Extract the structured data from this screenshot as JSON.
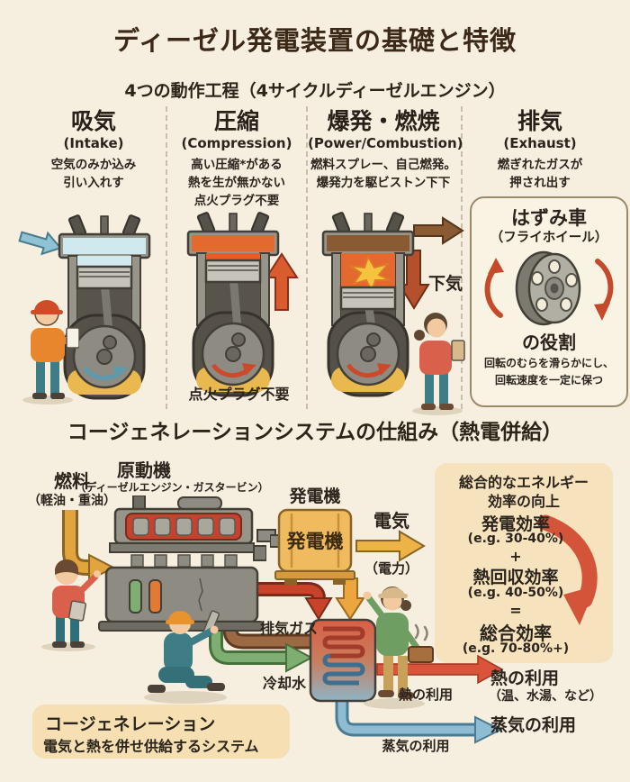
{
  "title": "ディーゼル発電装置の基礎と特徴",
  "section1": {
    "subtitle": "4つの動作工程（4サイクルディーゼルエンジン）",
    "strokes": [
      {
        "name": "吸気",
        "en": "(Intake)",
        "desc": [
          "空気のみか込み",
          "引い入れす"
        ]
      },
      {
        "name": "圧縮",
        "en": "(Compression)",
        "desc": [
          "高い圧縮*がある",
          "熱を生が無かない",
          "点火プラグ不要"
        ],
        "bottom_note": "点火プラグ不要"
      },
      {
        "name": "爆発・燃焼",
        "en": "(Power/Combustion)",
        "desc": [
          "燃料スプレー、自己燃発。",
          "爆発力を駆ビストン下下"
        ],
        "arrow_label": "下気"
      },
      {
        "name": "排気",
        "en": "(Exhaust)",
        "desc": [
          "燃ぎれたガスが",
          "押され出す"
        ]
      }
    ],
    "flywheel": {
      "title1": "はずみ車",
      "title2": "（フライホイール）",
      "title3": "の役割",
      "desc": [
        "回転のむらを滑らかにし、",
        "回転速度を一定に保つ"
      ]
    }
  },
  "section2": {
    "title": "コージェネレーションシステムの仕組み（熱電併給）",
    "fuel": {
      "label": "燃料",
      "sub": "（軽油・重油）"
    },
    "engine": {
      "label": "原動機",
      "sub": "（ディーゼルエンジン・ガスタービン）"
    },
    "generator": {
      "label": "発電機",
      "box": "発電機"
    },
    "electricity": {
      "label": "電気",
      "sub": "（電力）"
    },
    "pipes": {
      "exhaust_gas": "排気ガス",
      "cooling_water": "冷却水"
    },
    "outputs": {
      "heat_small": "熱の利用",
      "heat_bold": "熱の利用",
      "heat_sub": "（温、水湯、など）",
      "steam_small": "蒸気の利用",
      "steam_bold": "蒸気の利用"
    },
    "efficiency": {
      "line1": "総合的なエネルギー",
      "line2": "効率の向上",
      "gen": "発電効率",
      "gen_val": "(e.g. 30-40%)",
      "plus": "+",
      "heat": "熱回収効率",
      "heat_val": "(e.g. 40-50%)",
      "equals": "=",
      "total": "総合効率",
      "total_val": "(e.g. 70-80%+)"
    },
    "cogen_note": {
      "line1": "コージェネレーション",
      "line2": "電気と熱を併せ供給するシステム"
    }
  },
  "colors": {
    "background": "#f6efe0",
    "title_brown": "#3c2817",
    "accent_red": "#c8432a",
    "accent_orange": "#e6a33e",
    "pipe_green": "#7fae72",
    "pipe_brown": "#9b6a44",
    "steam_blue": "#8fbcd2",
    "panel_tan": "#f6e2bd",
    "generator_orange": "#f0ba5e"
  }
}
